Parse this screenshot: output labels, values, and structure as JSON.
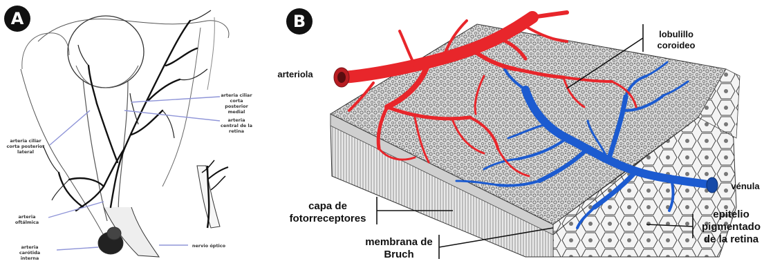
{
  "panels": {
    "a": {
      "badge": "A",
      "labels": {
        "ciliar_medial": "arteria ciliar corta posterior medial",
        "central_retina": "arteria central de la retina",
        "ciliar_lateral": "arteria ciliar corta posterior lateral",
        "oftalmica": "arteria oftálmica",
        "carotida": "arteria carótida interna",
        "nervio_optico": "nervio óptico"
      }
    },
    "b": {
      "badge": "B",
      "labels": {
        "arteriola": "arteriola",
        "lobulillo": "lobulillo coroideo",
        "venula": "vénula",
        "fotorreceptores": "capa de fotorreceptores",
        "epitelio": "epitelio pigmentado de la retina",
        "bruch": "membrana de Bruch"
      }
    }
  },
  "colors": {
    "arterial": "#e8262b",
    "venous": "#1c5bd0",
    "leader_a": "#8f95d8",
    "ink": "#111111"
  }
}
